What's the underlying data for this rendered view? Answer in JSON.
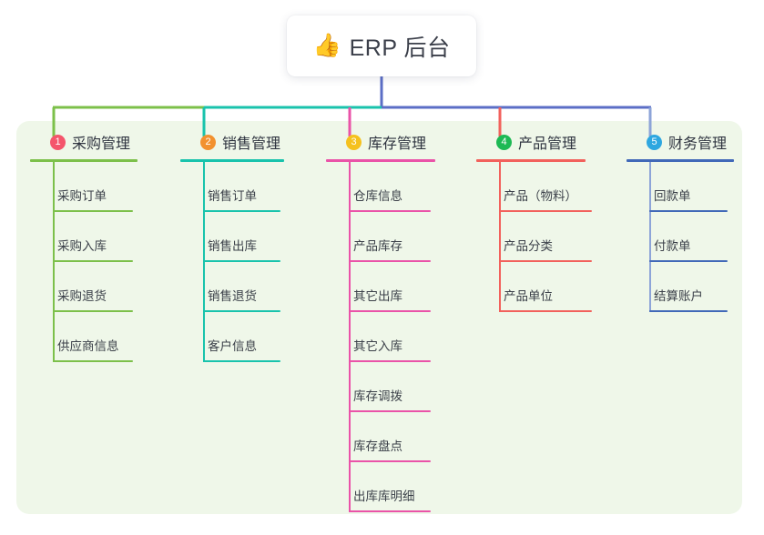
{
  "diagram": {
    "type": "mind-map",
    "root": {
      "icon": "thumbs-up-icon",
      "icon_glyph": "👍",
      "title": "ERP 后台"
    },
    "panel_color": "#eff7e9",
    "root_stem_color": "#5b6ec6",
    "trunk_segments": [
      {
        "color": "#7cc04a"
      },
      {
        "color": "#19c3ac"
      },
      {
        "color": "#5b6ec6"
      }
    ],
    "branches": [
      {
        "index": "1",
        "title": "采购管理",
        "badge_color": "#f4556c",
        "line_color": "#7cc04a",
        "drop_color": "#7cc04a",
        "items": [
          {
            "label": "采购订单"
          },
          {
            "label": "采购入库"
          },
          {
            "label": "采购退货"
          },
          {
            "label": "供应商信息"
          }
        ]
      },
      {
        "index": "2",
        "title": "销售管理",
        "badge_color": "#f2912f",
        "line_color": "#19c3ac",
        "drop_color": "#19c3ac",
        "items": [
          {
            "label": "销售订单"
          },
          {
            "label": "销售出库"
          },
          {
            "label": "销售退货"
          },
          {
            "label": "客户信息"
          }
        ]
      },
      {
        "index": "3",
        "title": "库存管理",
        "badge_color": "#f5c11e",
        "line_color": "#ea53a8",
        "drop_color": "#ea53a8",
        "items": [
          {
            "label": "仓库信息"
          },
          {
            "label": "产品库存"
          },
          {
            "label": "其它出库"
          },
          {
            "label": "其它入库"
          },
          {
            "label": "库存调拨"
          },
          {
            "label": "库存盘点"
          },
          {
            "label": "出库库明细"
          }
        ]
      },
      {
        "index": "4",
        "title": "产品管理",
        "badge_color": "#1db954",
        "line_color": "#f2615c",
        "drop_color": "#f2615c",
        "items": [
          {
            "label": "产品（物料）"
          },
          {
            "label": "产品分类"
          },
          {
            "label": "产品单位"
          }
        ]
      },
      {
        "index": "5",
        "title": "财务管理",
        "badge_color": "#2ea7e0",
        "line_color": "#4169b8",
        "drop_color": "#8da4d8",
        "items": [
          {
            "label": "回款单"
          },
          {
            "label": "付款单"
          },
          {
            "label": "结算账户"
          }
        ]
      }
    ]
  }
}
